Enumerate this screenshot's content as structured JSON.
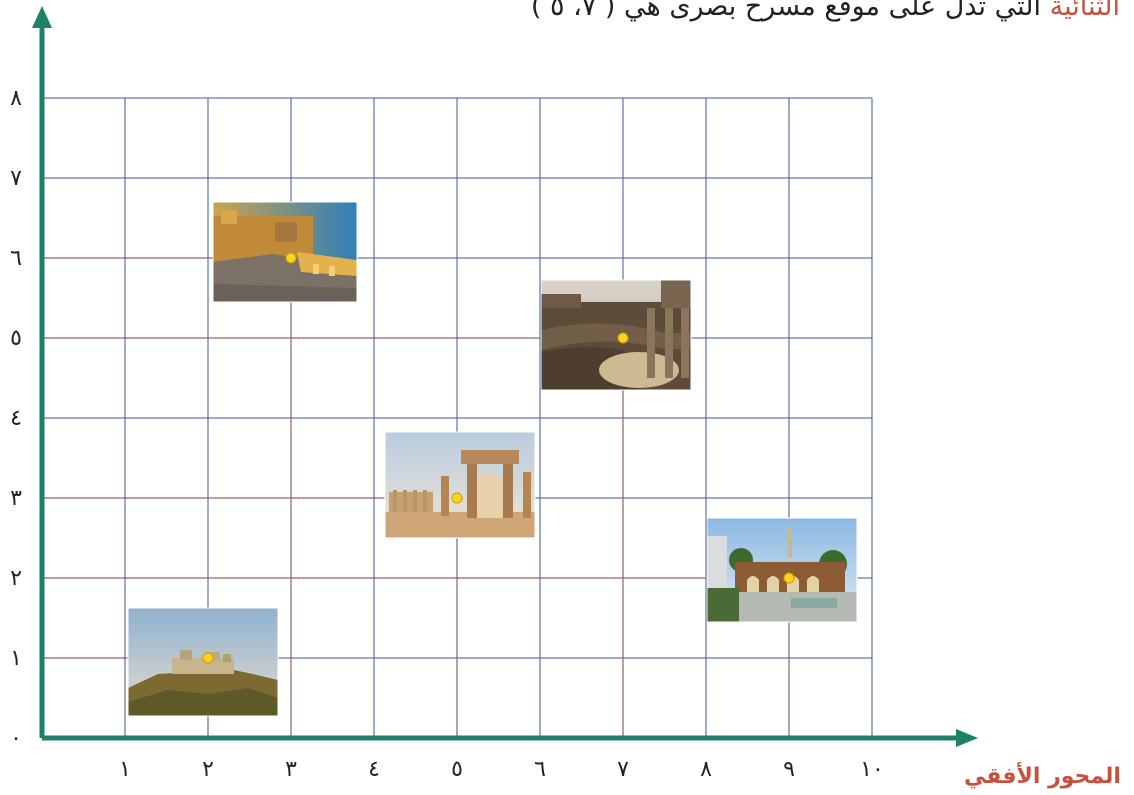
{
  "header": {
    "accent": "الثنائية",
    "text": "التي تدل على موقع مسرح بصرى هي ( ٧، ٥ )"
  },
  "chart_data": {
    "type": "scatter",
    "x_ticks": [
      "١",
      "٢",
      "٣",
      "٤",
      "٥",
      "٦",
      "٧",
      "٨",
      "٩",
      "١٠"
    ],
    "y_ticks": [
      "٠",
      "١",
      "٢",
      "٣",
      "٤",
      "٥",
      "٦",
      "٧",
      "٨"
    ],
    "xlim": [
      0,
      10
    ],
    "ylim": [
      0,
      8
    ],
    "grid": true,
    "xlabel": "المحور الأفقي",
    "points": [
      {
        "x": 2,
        "y": 1,
        "photo": "hilltop-castle"
      },
      {
        "x": 3,
        "y": 6,
        "photo": "citadel-at-dusk"
      },
      {
        "x": 5,
        "y": 3,
        "photo": "colonnade-ruins"
      },
      {
        "x": 7,
        "y": 5,
        "photo": "roman-theatre"
      },
      {
        "x": 9,
        "y": 2,
        "photo": "mosque-courtyard"
      }
    ]
  },
  "colors": {
    "axis": "#1f8068",
    "grid": "#3c5a96",
    "guide": "#b5523a",
    "accent": "#c8503c",
    "marker": "#ffd21e"
  }
}
